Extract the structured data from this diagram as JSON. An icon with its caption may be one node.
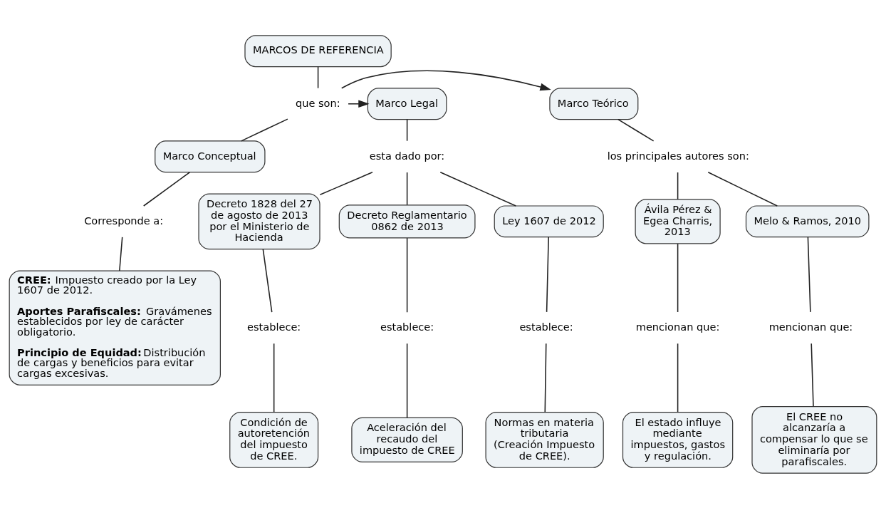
{
  "diagram": {
    "nodes": [
      {
        "text": [
          "MARCOS DE REFERENCIA"
        ]
      },
      {
        "text": [
          "que son:"
        ]
      },
      {
        "text": [
          "Marco Teórico"
        ]
      },
      {
        "text": [
          "Marco Conceptual"
        ]
      },
      {
        "text": [
          "Marco Legal"
        ]
      },
      {
        "text": [
          "los principales autores son:"
        ]
      },
      {
        "text": [
          "Ávila Pérez & Egea Charris, 2013"
        ]
      },
      {
        "text": [
          "Melo & Ramos, 2010"
        ]
      },
      {
        "text": [
          "mencionan que:"
        ]
      },
      {
        "text": [
          "mencionan que:"
        ]
      },
      {
        "text": [
          "El estado influye mediante impuestos, gastos y regulación."
        ]
      },
      {
        "text": [
          "El CREE no alcanzaría a compensar lo que se eliminaría por parafiscales."
        ]
      },
      {
        "text": [
          "Corresponde a:"
        ]
      },
      {
        "text": [
          "**CREE:** Impuesto creado por la Ley 1607 de 2012.",
          "**Aportes Parafiscales:** Gravámenes establecidos por ley de carácter obligatorio.",
          "**Principio de Equidad:** Distribución de cargas y beneficios para evitar cargas excesivas."
        ]
      },
      {
        "text": [
          "esta dado por:"
        ]
      },
      {
        "text": [
          "Ley 1607 de 2012"
        ]
      },
      {
        "text": [
          "Decreto 1828 del 27 de agosto de 2013 por el Ministerio de Hacienda"
        ]
      },
      {
        "text": [
          "Decreto Reglamentario 0862 de 2013"
        ]
      },
      {
        "text": [
          "establece:"
        ]
      },
      {
        "text": [
          "establece:"
        ]
      },
      {
        "text": [
          "establece:"
        ]
      },
      {
        "text": [
          "Normas en materia tributaria (Creación Impuesto de CREE)."
        ]
      },
      {
        "text": [
          "Condición de autoretención del impuesto de CREE."
        ]
      },
      {
        "text": [
          "Aceleración del recaudo del impuesto de CREE"
        ]
      }
    ],
    "edges": [
      {
        "from": 0,
        "to": 1,
        "arrow": "none"
      },
      {
        "from": 1,
        "to": 2,
        "arrow": "to"
      },
      {
        "from": 1,
        "to": 4,
        "arrow": "to"
      },
      {
        "from": 1,
        "to": 3,
        "arrow": "none"
      },
      {
        "from": 2,
        "to": 5,
        "arrow": "none"
      },
      {
        "from": 5,
        "to": 6,
        "arrow": "none"
      },
      {
        "from": 5,
        "to": 7,
        "arrow": "none"
      },
      {
        "from": 6,
        "to": 8,
        "arrow": "none"
      },
      {
        "from": 8,
        "to": 10,
        "arrow": "none"
      },
      {
        "from": 7,
        "to": 9,
        "arrow": "none"
      },
      {
        "from": 9,
        "to": 11,
        "arrow": "none"
      },
      {
        "from": 3,
        "to": 12,
        "arrow": "none"
      },
      {
        "from": 12,
        "to": 13,
        "arrow": "none"
      },
      {
        "from": 4,
        "to": 14,
        "arrow": "none"
      },
      {
        "from": 14,
        "to": 15,
        "arrow": "none"
      },
      {
        "from": 14,
        "to": 16,
        "arrow": "none"
      },
      {
        "from": 14,
        "to": 17,
        "arrow": "none"
      },
      {
        "from": 15,
        "to": 18,
        "arrow": "none"
      },
      {
        "from": 18,
        "to": 21,
        "arrow": "none"
      },
      {
        "from": 16,
        "to": 19,
        "arrow": "none"
      },
      {
        "from": 19,
        "to": 22,
        "arrow": "none"
      },
      {
        "from": 17,
        "to": 20,
        "arrow": "none"
      },
      {
        "from": 20,
        "to": 23,
        "arrow": "none"
      }
    ]
  }
}
